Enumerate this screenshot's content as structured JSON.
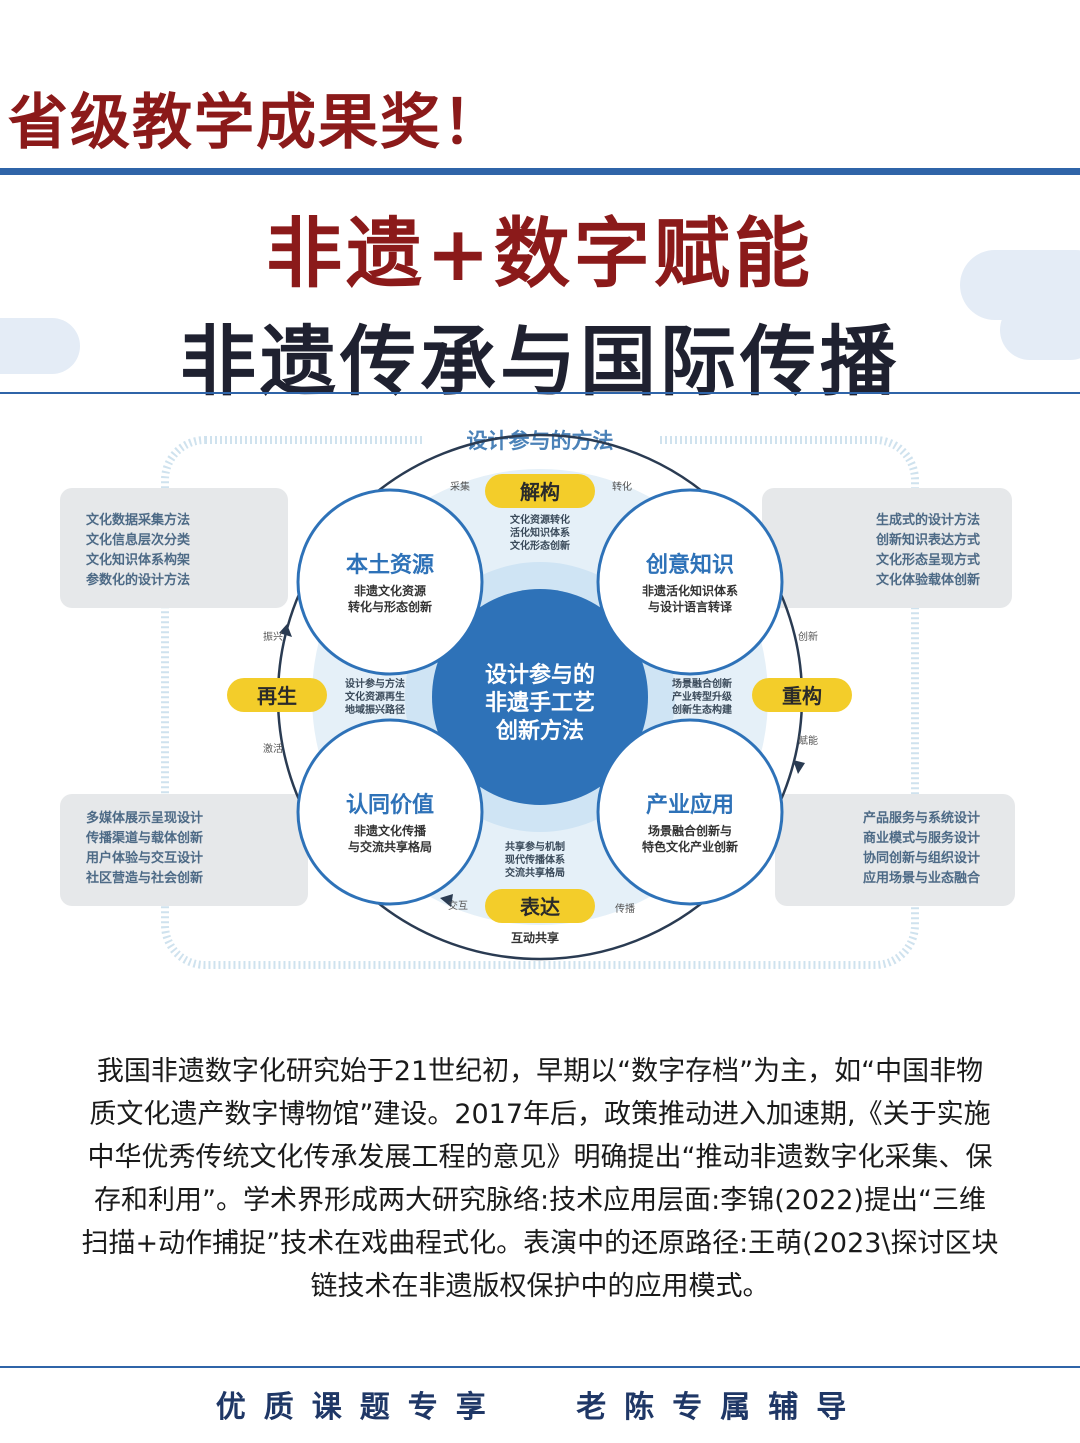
{
  "header": {
    "headline": "省级教学成果奖！",
    "title_line1": "非遗+数字赋能",
    "title_line2": "非遗传承与国际传播"
  },
  "diagram": {
    "top_label": "设计参与的方法",
    "center": [
      "设计参与的",
      "非遗手工艺",
      "创新方法"
    ],
    "stages": {
      "top": "解构",
      "right": "重构",
      "bottom": "表达",
      "left": "再生"
    },
    "stage_sub_bottom": "互动共享",
    "nodes": [
      {
        "title": "本土资源",
        "lines": [
          "非遗文化资源",
          "转化与形态创新"
        ]
      },
      {
        "title": "创意知识",
        "lines": [
          "非遗活化知识体系",
          "与设计语言转译"
        ]
      },
      {
        "title": "认同价值",
        "lines": [
          "非遗文化传播",
          "与交流共享格局"
        ]
      },
      {
        "title": "产业应用",
        "lines": [
          "场景融合创新与",
          "特色文化产业创新"
        ]
      }
    ],
    "inner_notes": {
      "top": [
        "文化资源转化",
        "活化知识体系",
        "文化形态创新"
      ],
      "left": [
        "设计参与方法",
        "文化资源再生",
        "地域振兴路径"
      ],
      "right": [
        "场景融合创新",
        "产业转型升级",
        "创新生态构建"
      ],
      "bottom": [
        "共享参与机制",
        "现代传播体系",
        "交流共享格局"
      ]
    },
    "side_panels": {
      "top_left": [
        "文化数据采集方法",
        "文化信息层次分类",
        "文化知识体系构架",
        "参数化的设计方法"
      ],
      "top_right": [
        "生成式的设计方法",
        "创新知识表达方式",
        "文化形态呈现方式",
        "文化体验载体创新"
      ],
      "bottom_left": [
        "多媒体展示呈现设计",
        "传播渠道与载体创新",
        "用户体验与交互设计",
        "社区营造与社会创新"
      ],
      "bottom_right": [
        "产品服务与系统设计",
        "商业模式与服务设计",
        "协同创新与组织设计",
        "应用场景与业态融合"
      ]
    },
    "arc_labels": [
      "采集",
      "转化",
      "创新",
      "赋能",
      "传播",
      "交互",
      "激活",
      "振兴"
    ]
  },
  "body_text": [
    "我国非遗数字化研究始于21世纪初，早期以“数字存档”为主，如“中国非物",
    "质文化遗产数字博物馆”建设。2017年后，政策推动进入加速期,《关于实施",
    "中华优秀传统文化传承发展工程的意见》明确提出“推动非遗数字化采集、保",
    "存和利用”。学术界形成两大研究脉络:技术应用层面:李锦(2022)提出“三维",
    "扫描+动作捕捉”技术在戏曲程式化。表演中的还原路径:王萌(2023\\探讨区块",
    "链技术在非遗版权保护中的应用模式。"
  ],
  "footer": {
    "left": "优质课题专享",
    "right": "老陈专属辅导"
  },
  "colors": {
    "accent_red": "#8b1a1a",
    "accent_blue": "#2f64a8",
    "stage_yellow": "#f3cd2a",
    "center_blue": "#2e72b8"
  }
}
